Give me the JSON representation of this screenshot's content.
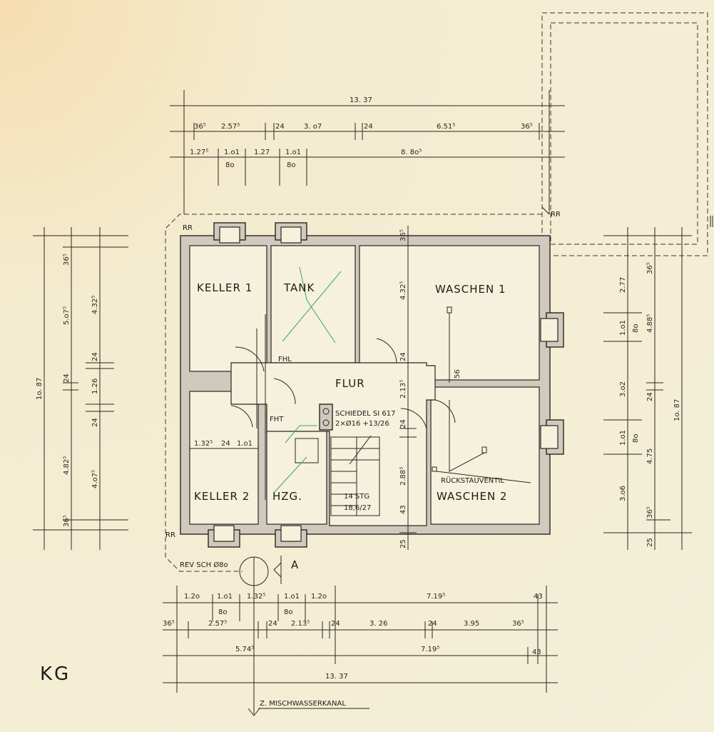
{
  "rooms": {
    "keller1": "KELLER 1",
    "tank": "TANK",
    "waschen1": "WASCHEN 1",
    "flur": "FLUR",
    "keller2": "KELLER 2",
    "hzg": "HZG.",
    "waschen2": "WASCHEN 2"
  },
  "labels": {
    "rr": "RR",
    "fhl": "FHL",
    "fht": "FHT",
    "schiedel1": "SCHIEDEL SI 617",
    "schiedel2": "2×Ø16 +13/26",
    "rueckstau": "RÜCKSTAUVENTIL",
    "stg1": "14 STG",
    "stg2": "18,6/27",
    "revsch": "REV SCH Ø8o",
    "section": "A",
    "kanal": "Z. MISCHWASSERKANAL",
    "floor": "KG"
  },
  "dims": {
    "top_total": "13. 37",
    "t2_a": "36⁵",
    "t2_b": "2.57⁵",
    "t2_c": "24",
    "t2_d": "3. o7",
    "t2_e": "24",
    "t2_f": "6.51⁵",
    "t2_g": "36⁵",
    "t3_a": "1.27⁵",
    "t3_b": "1.o1",
    "t3_c": "1.27",
    "t3_d": "1.o1",
    "t3_e": "8. 8o⁵",
    "t3_f": "8o",
    "t3_g": "8o",
    "left_total": "1o. 87",
    "l_a": "36⁵",
    "l_b": "5.o7⁵",
    "l_c": "4.32⁵",
    "l_d": "24",
    "l_e": "24",
    "l_f": "1.26",
    "l_g": "24",
    "l_h": "4.82⁵",
    "l_i": "4.o7⁵",
    "l_j": "36⁵",
    "right_total": "1o. 87",
    "r_a": "36⁵",
    "r_b": "2.77",
    "r_c": "1.o1",
    "r_d": "8o",
    "r_e": "4.88⁵",
    "r_f": "3.o2",
    "r_g": "24",
    "r_h": "1.o1",
    "r_i": "8o",
    "r_j": "4.75",
    "r_k": "3.o6",
    "r_l": "36⁵",
    "r_m": "25",
    "in_a": "36⁵",
    "in_b": "4.32⁵",
    "in_c": "24",
    "in_d": "2.13⁵",
    "in_e": "56",
    "in_f": "24",
    "in_g": "2.88⁵",
    "in_h": "43",
    "in_i": "25",
    "k2_a": "1.32⁵",
    "k2_b": "24",
    "k2_c": "1.o1",
    "b1_a": "1.2o",
    "b1_b": "1.o1",
    "b1_c": "1.32⁵",
    "b1_d": "1.o1",
    "b1_e": "1.2o",
    "b1_f": "7.19⁵",
    "b1_g": "43",
    "b1_h": "8o",
    "b1_i": "8o",
    "b2_a": "36⁵",
    "b2_b": "2.57⁵",
    "b2_c": "24",
    "b2_d": "2.13⁵",
    "b2_e": "24",
    "b2_f": "3. 26",
    "b2_g": "24",
    "b2_h": "3.95",
    "b2_i": "36⁵",
    "b3_a": "5.74⁵",
    "b3_b": "7.19⁵",
    "b3_c": "43",
    "bottom_total": "13. 37"
  }
}
